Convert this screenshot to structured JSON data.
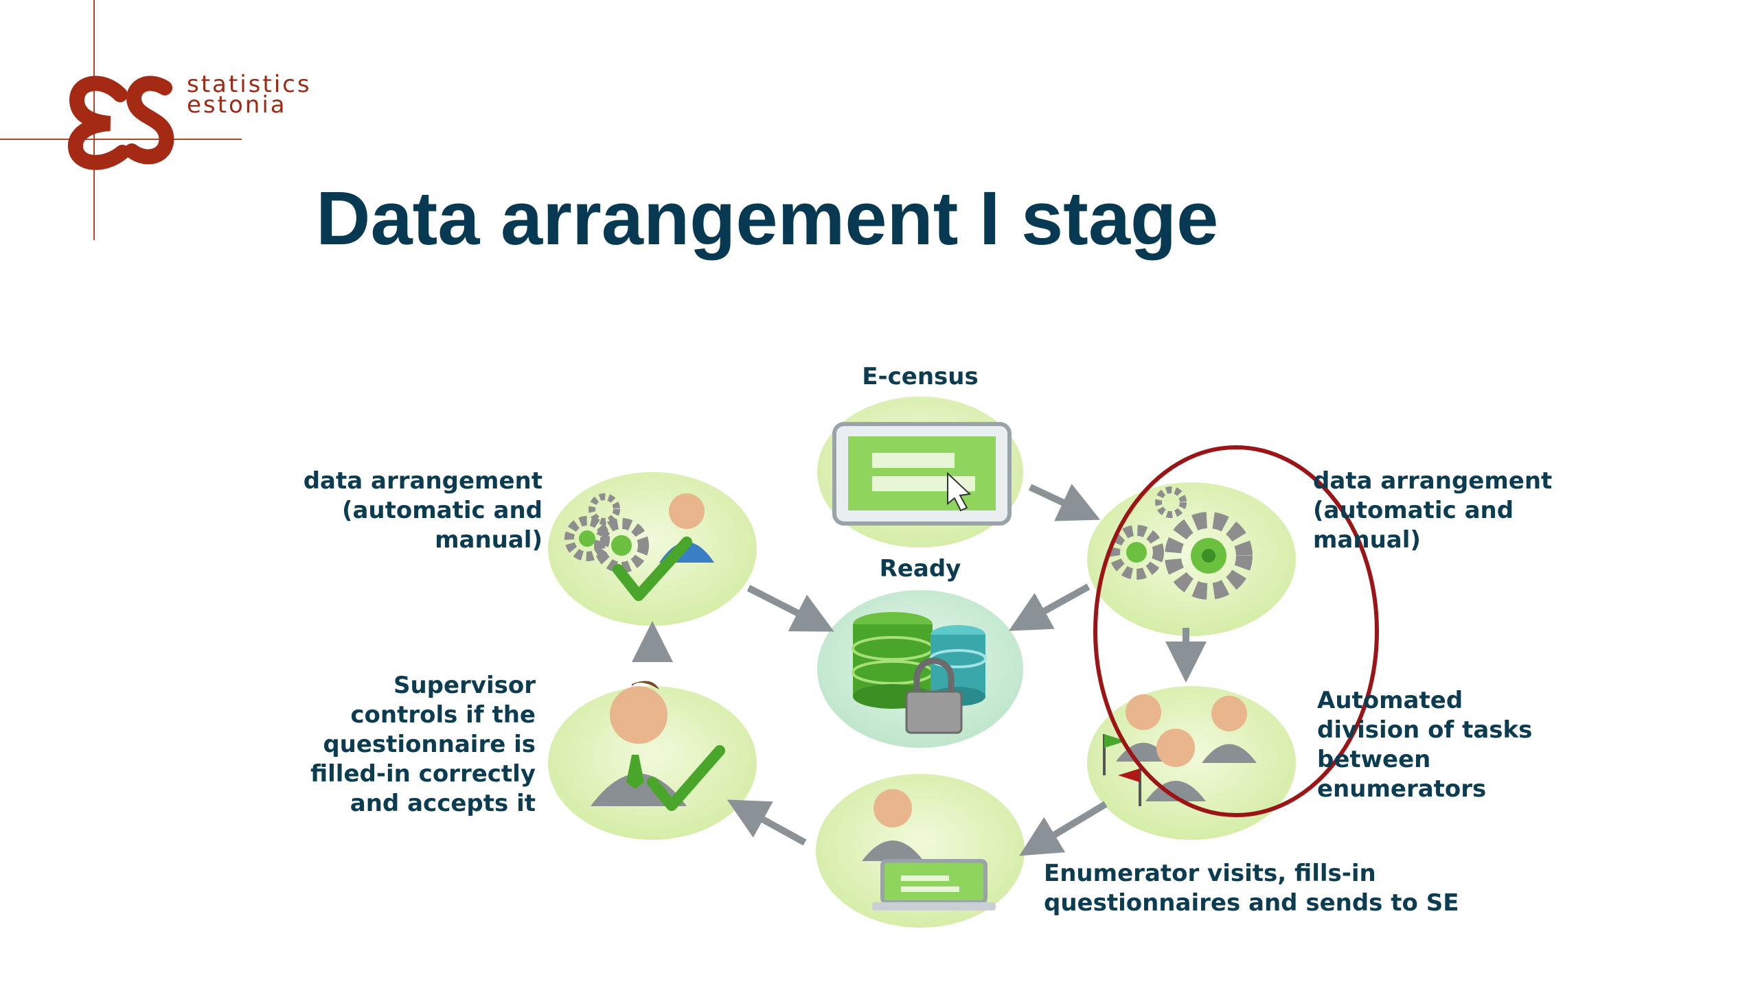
{
  "brand": {
    "logo_mark": "ES",
    "name_line1": "statistics",
    "name_line2": "estonia",
    "color": "#9e2a14"
  },
  "title": "Data arrangement I stage",
  "nodes": {
    "ecensus": {
      "label": "E-census",
      "icon": "monitor-icon"
    },
    "ready": {
      "label": "Ready",
      "icon": "database-lock-icon"
    },
    "arrangement_left": {
      "lines": [
        "data arrangement",
        "(automatic and",
        "manual)"
      ],
      "icon": "gears-person-check-icon"
    },
    "arrangement_right": {
      "lines": [
        "data arrangement",
        "(automatic and",
        "manual)"
      ],
      "icon": "gears-icon"
    },
    "supervisor": {
      "lines": [
        "Supervisor",
        "controls if the",
        "questionnaire is",
        "filled-in correctly",
        "and accepts it"
      ],
      "icon": "supervisor-check-icon"
    },
    "automated": {
      "lines": [
        "Automated",
        "division of tasks",
        "between",
        "enumerators"
      ],
      "icon": "enumerator-group-icon"
    },
    "enumerator": {
      "lines": [
        "Enumerator visits, fills-in",
        "questionnaires and sends to  SE"
      ],
      "icon": "person-laptop-icon"
    }
  },
  "colors": {
    "title": "#073a52",
    "label": "#0b3c52",
    "node_fill": "#dff1b5",
    "center_fill": "#c9ecd6",
    "arrow": "#8b9297",
    "highlight_ring": "#9b1416"
  }
}
